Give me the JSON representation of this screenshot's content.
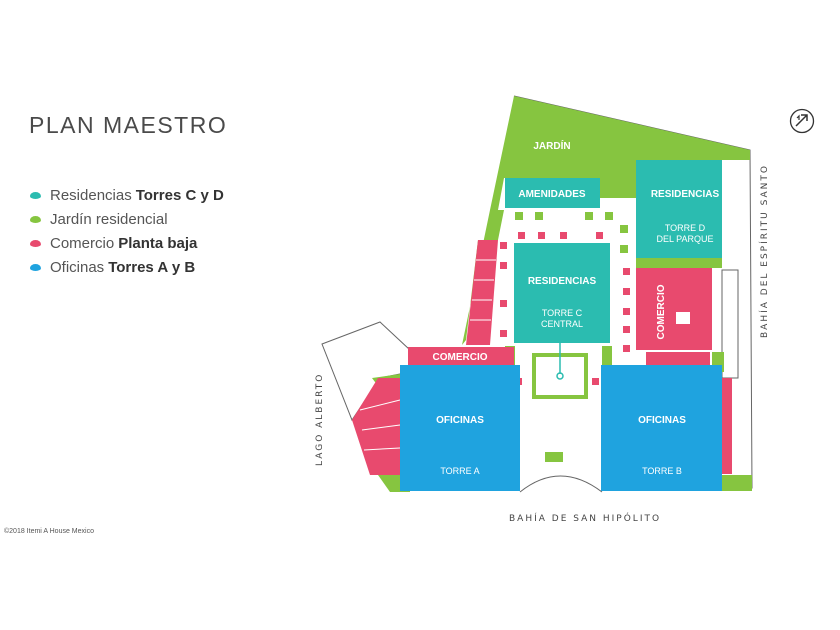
{
  "title": "PLAN MAESTRO",
  "legend": [
    {
      "text": "Residencias",
      "bold": "Torres C y D",
      "color": "#2bbcb0"
    },
    {
      "text": "Jardín residencial",
      "bold": "",
      "color": "#86c540"
    },
    {
      "text": "Comercio",
      "bold": "Planta baja",
      "color": "#e84a6e"
    },
    {
      "text": "Oficinas",
      "bold": "Torres A y B",
      "color": "#1fa3df"
    }
  ],
  "map_labels": {
    "jardin": "JARDÍN",
    "amenidades": "AMENIDADES",
    "residencias_d": "RESIDENCIAS",
    "torre_d_1": "TORRE D",
    "torre_d_2": "DEL PARQUE",
    "residencias_c": "RESIDENCIAS",
    "torre_c_1": "TORRE C",
    "torre_c_2": "CENTRAL",
    "comercio_h": "COMERCIO",
    "comercio_v": "COMERCIO",
    "oficinas_a": "OFICINAS",
    "torre_a": "TORRE A",
    "oficinas_b": "OFICINAS",
    "torre_b": "TORRE B"
  },
  "streets": {
    "north_east": "BAHÍA DEL ESPÍRITU SANTO",
    "west": "LAGO ALBERTO",
    "south": "BAHÍA DE SAN HIPÓLITO"
  },
  "copyright": "©2018 Itemi A House Mexico",
  "compass_icon": "north-arrow-icon",
  "colors": {
    "teal": "#2bbcb0",
    "green": "#86c540",
    "pink": "#e84a6e",
    "blue": "#1fa3df"
  }
}
